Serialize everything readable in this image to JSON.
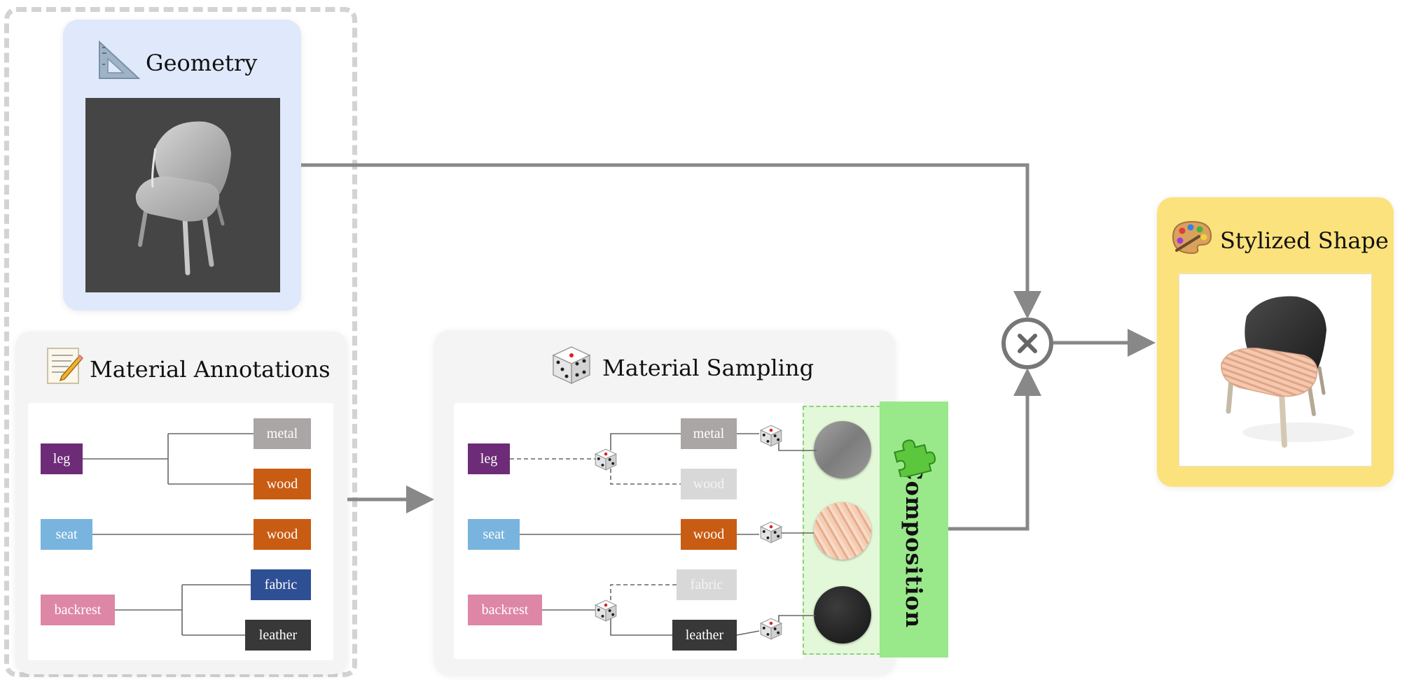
{
  "geometry": {
    "title": "Geometry"
  },
  "annotations": {
    "title": "Material Annotations",
    "parts": [
      {
        "label": "leg",
        "color": "#6e2b78"
      },
      {
        "label": "seat",
        "color": "#78b4de"
      },
      {
        "label": "backrest",
        "color": "#de86a6"
      }
    ],
    "materials": [
      {
        "label": "metal",
        "color": "#aaa6a5"
      },
      {
        "label": "wood",
        "color": "#c95c13"
      },
      {
        "label": "wood",
        "color": "#c95c13"
      },
      {
        "label": "fabric",
        "color": "#2e4f94"
      },
      {
        "label": "leather",
        "color": "#383838"
      }
    ]
  },
  "sampling": {
    "title": "Material Sampling",
    "parts": [
      {
        "label": "leg",
        "color": "#6e2b78"
      },
      {
        "label": "seat",
        "color": "#78b4de"
      },
      {
        "label": "backrest",
        "color": "#de86a6"
      }
    ],
    "materials": [
      {
        "label": "metal",
        "color": "#aaa6a5",
        "selected": true
      },
      {
        "label": "wood",
        "color": "#d8d8d8",
        "selected": false
      },
      {
        "label": "wood",
        "color": "#c95c13",
        "selected": true
      },
      {
        "label": "fabric",
        "color": "#d8d8d8",
        "selected": false
      },
      {
        "label": "leather",
        "color": "#383838",
        "selected": true
      }
    ]
  },
  "composition": {
    "label": "Composition"
  },
  "stylized": {
    "title": "Stylized Shape"
  },
  "colors": {
    "arrow": "#888888",
    "connector": "#666666",
    "geometry_panel": "#dfe9fb",
    "stylized_panel": "#fce27c",
    "composition_bar": "#99e88a"
  }
}
